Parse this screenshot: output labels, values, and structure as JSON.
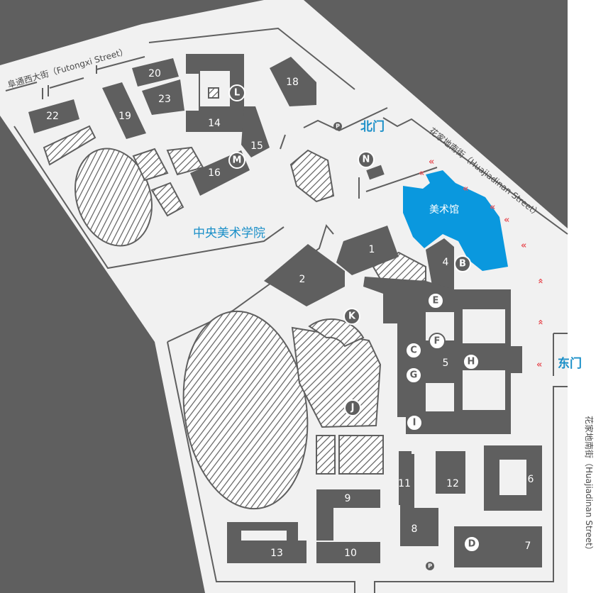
{
  "streets": {
    "futongxi": "阜通西大街（Futongxi Street）",
    "huajiadi_top": "花家地南街（Huajiadinan Street）",
    "huajiadi_right": "花家地南街（Huajiadinan Street）"
  },
  "gates": {
    "north": "北门",
    "east": "东门"
  },
  "campus_name": "中央美术学院",
  "museum_name": "美术馆",
  "buildings": {
    "b1": "1",
    "b2": "2",
    "b4": "4",
    "b5": "5",
    "b6": "6",
    "b7": "7",
    "b8": "8",
    "b9": "9",
    "b10": "10",
    "b11": "11",
    "b12": "12",
    "b13": "13",
    "b14": "14",
    "b15": "15",
    "b16": "16",
    "b18": "18",
    "b19": "19",
    "b20": "20",
    "b22": "22",
    "b23": "23"
  },
  "markers": {
    "B": "B",
    "C": "C",
    "D": "D",
    "E": "E",
    "F": "F",
    "G": "G",
    "H": "H",
    "I": "I",
    "J": "J",
    "K": "K",
    "L": "L",
    "M": "M",
    "N": "N"
  },
  "parking": {
    "label": "P"
  },
  "colors": {
    "background": "#5f5f5f",
    "ground": "#f1f1f1",
    "building": "#5f5f5f",
    "museum": "#0a98de",
    "accent_text": "#1a8fc8",
    "entrance_arrow": "#e8545a"
  },
  "arrow_glyph": "«"
}
